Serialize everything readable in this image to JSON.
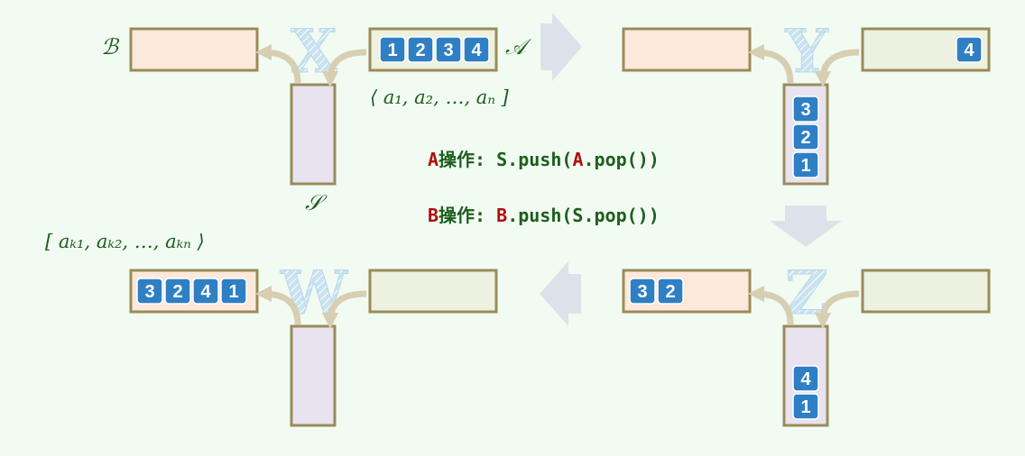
{
  "colors": {
    "background": "#f1fbf2",
    "frame": "#9a8b5a",
    "queue_b_fill": "#fde9dc",
    "queue_a_fill": "#edf1df",
    "stack_fill": "#e8e3ef",
    "box_fill": "#2f7fc4",
    "box_text": "#ffffff",
    "arrow_curve": "#d8ceb2",
    "arrow_big": "#dde2ea",
    "letter_fill": "#c8e2f0",
    "label_text": "#1d5e1d",
    "keyword_red": "#b00e0e"
  },
  "labels": {
    "queue_b": "ℬ",
    "queue_a": "𝒜",
    "stack_s": "𝒮",
    "input_sequence": "⟨ a₁, a₂, …, aₙ ]",
    "output_sequence": "[ aₖ₁, aₖ₂, …, aₖₙ ⟩"
  },
  "operations": {
    "a_op": {
      "prefix": "A",
      "name": "操作: ",
      "code_1": "S.push(",
      "code_hl": "A",
      "code_2": ".pop())"
    },
    "b_op": {
      "prefix": "B",
      "name": "操作: ",
      "code_hl": "B",
      "code_2": ".push(S.pop())"
    }
  },
  "panels": [
    {
      "id": "X",
      "letter": "X",
      "b_queue": [],
      "stack": [],
      "a_queue": [
        "1",
        "2",
        "3",
        "4"
      ]
    },
    {
      "id": "Y",
      "letter": "Y",
      "b_queue": [],
      "stack": [
        "3",
        "2",
        "1"
      ],
      "a_queue": [
        "4"
      ]
    },
    {
      "id": "Z",
      "letter": "Z",
      "b_queue": [
        "3",
        "2"
      ],
      "stack": [
        "4",
        "1"
      ],
      "a_queue": []
    },
    {
      "id": "W",
      "letter": "W",
      "b_queue": [
        "3",
        "2",
        "4",
        "1"
      ],
      "stack": [],
      "a_queue": []
    }
  ]
}
